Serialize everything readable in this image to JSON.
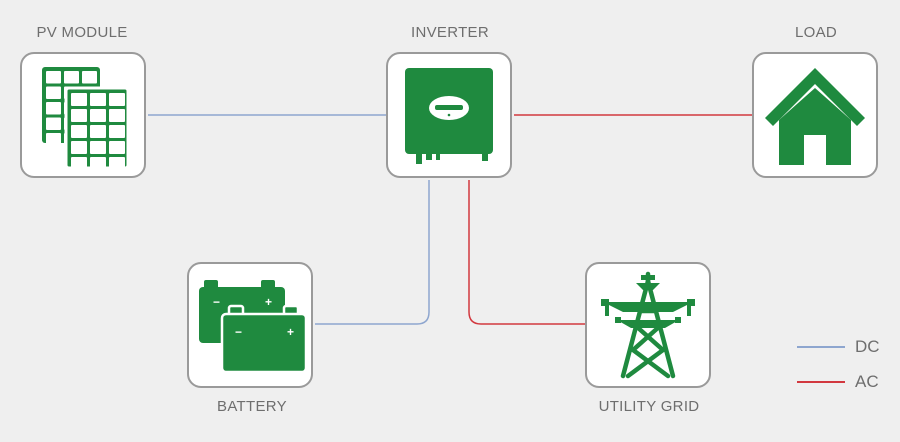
{
  "colors": {
    "dc": "#8ea6cf",
    "ac": "#d2383f",
    "icon": "#1f8a3f",
    "border": "#9a9a9a"
  },
  "nodes": {
    "pv": {
      "label": "PV MODULE",
      "icon": "solar-panel-icon"
    },
    "inverter": {
      "label": "INVERTER",
      "icon": "inverter-icon"
    },
    "load": {
      "label": "LOAD",
      "icon": "house-icon"
    },
    "battery": {
      "label": "BATTERY",
      "icon": "battery-icon",
      "minus": "−",
      "plus": "+"
    },
    "grid": {
      "label": "UTILITY GRID",
      "icon": "transmission-tower-icon"
    }
  },
  "legend": {
    "dc": "DC",
    "ac": "AC"
  }
}
